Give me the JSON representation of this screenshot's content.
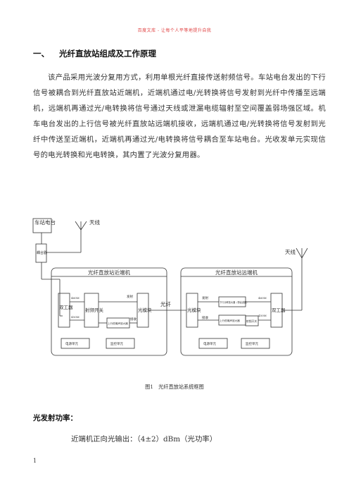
{
  "watermark": "百度文库 - 让每个人平等地提升自我",
  "section": {
    "number": "一、",
    "title": "光纤直放站组成及工作原理"
  },
  "paragraph": "该产品采用光波分复用方式，利用单根光纤直接传送射频信号。车站电台发出的下行信号被耦合到光纤直放站近端机，近端机通过电/光转换将信号发射到光纤中传播至远端机，远端机再通过光/电转换将信号通过天线或泄漏电缆辐射至空间覆盖弱场强区域。机车电台发出的上行信号被光纤直放站远端机接收，远端机通过电/光转换将信号发射到光纤中传送至近端机，近端机再通过光/电转换将信号耦合至车站电台。光收发单元实现信号的电光转换和光电转换，其内置了光波分复用器。",
  "diagram": {
    "station_radio": "车站电台",
    "coupler": "耦合器",
    "antenna_left": "天线",
    "antenna_right": "天线",
    "fiber": "光纤",
    "near_unit": {
      "title": "光纤直放站近端机",
      "duplexer": "双工器",
      "rf_switch": "射频开关",
      "optical_module": "光模块",
      "amp": "上行低噪声放大器",
      "power": "电源单元",
      "monitor": "监控单元",
      "tag_tx": "发射",
      "tag_rx": "接收",
      "freq_top": "460M",
      "freq_bottom": "450M"
    },
    "far_unit": {
      "title": "光纤直放站远端机",
      "optical_module": "光模块",
      "duplexer": "双工器",
      "pa": "下行功率放大器（带衰减器）",
      "lna": "上行低噪声放大器",
      "rf_switch": "射频开关",
      "power": "电源单元",
      "monitor": "监控单元",
      "tag_tx": "发射",
      "tag_rx": "接收",
      "freq_top": "460M",
      "freq_bottom": "450M"
    }
  },
  "caption": "图1　光纤直放站系统框图",
  "power_heading": "光发射功率：",
  "spec_line": "近端机正向光输出：（4±2）dBm（光功率）",
  "page_number": "1"
}
